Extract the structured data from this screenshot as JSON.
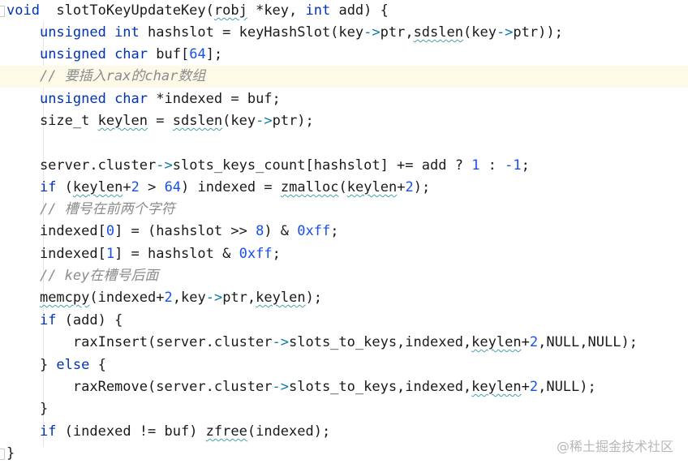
{
  "editor": {
    "lines": [
      {
        "tokens": [
          [
            "kw",
            "void"
          ],
          [
            "",
            "  slotToKeyUpdateKey("
          ],
          [
            "u",
            "robj"
          ],
          [
            "",
            " *key, "
          ],
          [
            "kw",
            "int"
          ],
          [
            "",
            " add) {"
          ]
        ]
      },
      {
        "tokens": [
          [
            "",
            "    "
          ],
          [
            "kw",
            "unsigned int"
          ],
          [
            "",
            " hashslot = keyHashSlot(key"
          ],
          [
            "op",
            "->"
          ],
          [
            "",
            "ptr,"
          ],
          [
            "u",
            "sdslen"
          ],
          [
            "",
            "(key"
          ],
          [
            "op",
            "->"
          ],
          [
            "",
            "ptr));"
          ]
        ]
      },
      {
        "tokens": [
          [
            "",
            "    "
          ],
          [
            "kw",
            "unsigned char"
          ],
          [
            "",
            " buf["
          ],
          [
            "num",
            "64"
          ],
          [
            "",
            "];"
          ]
        ]
      },
      {
        "tokens": [
          [
            "",
            "    "
          ],
          [
            "cmt",
            "// 要插入rax的char数组"
          ]
        ]
      },
      {
        "tokens": [
          [
            "",
            "    "
          ],
          [
            "kw",
            "unsigned char"
          ],
          [
            "",
            " *indexed = buf;"
          ]
        ]
      },
      {
        "tokens": [
          [
            "",
            "    size_t "
          ],
          [
            "u",
            "keylen"
          ],
          [
            "",
            " = "
          ],
          [
            "u",
            "sdslen"
          ],
          [
            "",
            "(key"
          ],
          [
            "op",
            "->"
          ],
          [
            "",
            "ptr);"
          ]
        ]
      },
      {
        "tokens": [
          [
            "",
            ""
          ]
        ]
      },
      {
        "tokens": [
          [
            "",
            "    server.cluster"
          ],
          [
            "op",
            "->"
          ],
          [
            "",
            "slots_keys_count[hashslot] += add ? "
          ],
          [
            "num",
            "1"
          ],
          [
            "",
            " : "
          ],
          [
            "num",
            "-1"
          ],
          [
            "",
            ";"
          ]
        ]
      },
      {
        "tokens": [
          [
            "",
            "    "
          ],
          [
            "kw",
            "if"
          ],
          [
            "",
            " ("
          ],
          [
            "u",
            "keylen"
          ],
          [
            "",
            "+"
          ],
          [
            "num",
            "2"
          ],
          [
            "",
            " > "
          ],
          [
            "num",
            "64"
          ],
          [
            "",
            ") indexed = "
          ],
          [
            "u",
            "zmalloc"
          ],
          [
            "",
            "("
          ],
          [
            "u",
            "keylen"
          ],
          [
            "",
            "+"
          ],
          [
            "num",
            "2"
          ],
          [
            "",
            ");"
          ]
        ]
      },
      {
        "tokens": [
          [
            "",
            "    "
          ],
          [
            "cmt",
            "// 槽号在前两个字符"
          ]
        ]
      },
      {
        "tokens": [
          [
            "",
            "    indexed["
          ],
          [
            "num",
            "0"
          ],
          [
            "",
            "] = (hashslot >> "
          ],
          [
            "num",
            "8"
          ],
          [
            "",
            ") & "
          ],
          [
            "num",
            "0xff"
          ],
          [
            "",
            ";"
          ]
        ]
      },
      {
        "tokens": [
          [
            "",
            "    indexed["
          ],
          [
            "num",
            "1"
          ],
          [
            "",
            "] = hashslot & "
          ],
          [
            "num",
            "0xff"
          ],
          [
            "",
            ";"
          ]
        ]
      },
      {
        "tokens": [
          [
            "",
            "    "
          ],
          [
            "cmt",
            "// key在槽号后面"
          ]
        ]
      },
      {
        "tokens": [
          [
            "",
            "    "
          ],
          [
            "u",
            "memcpy"
          ],
          [
            "",
            "(indexed+"
          ],
          [
            "num",
            "2"
          ],
          [
            "",
            ",key"
          ],
          [
            "op",
            "->"
          ],
          [
            "",
            "ptr,"
          ],
          [
            "u",
            "keylen"
          ],
          [
            "",
            ");"
          ]
        ]
      },
      {
        "tokens": [
          [
            "",
            "    "
          ],
          [
            "kw",
            "if"
          ],
          [
            "",
            " (add) {"
          ]
        ]
      },
      {
        "tokens": [
          [
            "",
            "        raxInsert(server.cluster"
          ],
          [
            "op",
            "->"
          ],
          [
            "",
            "slots_to_keys,indexed,"
          ],
          [
            "u",
            "keylen"
          ],
          [
            "",
            "+"
          ],
          [
            "num",
            "2"
          ],
          [
            "",
            ",NULL,NULL);"
          ]
        ]
      },
      {
        "tokens": [
          [
            "",
            "    } "
          ],
          [
            "kw",
            "else"
          ],
          [
            "",
            " {"
          ]
        ]
      },
      {
        "tokens": [
          [
            "",
            "        raxRemove(server.cluster"
          ],
          [
            "op",
            "->"
          ],
          [
            "",
            "slots_to_keys,indexed,"
          ],
          [
            "u",
            "keylen"
          ],
          [
            "",
            "+"
          ],
          [
            "num",
            "2"
          ],
          [
            "",
            ",NULL);"
          ]
        ]
      },
      {
        "tokens": [
          [
            "",
            "    }"
          ]
        ]
      },
      {
        "tokens": [
          [
            "",
            "    "
          ],
          [
            "kw",
            "if"
          ],
          [
            "",
            " (indexed != buf) "
          ],
          [
            "u",
            "zfree"
          ],
          [
            "",
            "(indexed);"
          ]
        ]
      },
      {
        "tokens": [
          [
            "",
            "}"
          ]
        ]
      }
    ]
  },
  "watermark": "@稀土掘金技术社区"
}
